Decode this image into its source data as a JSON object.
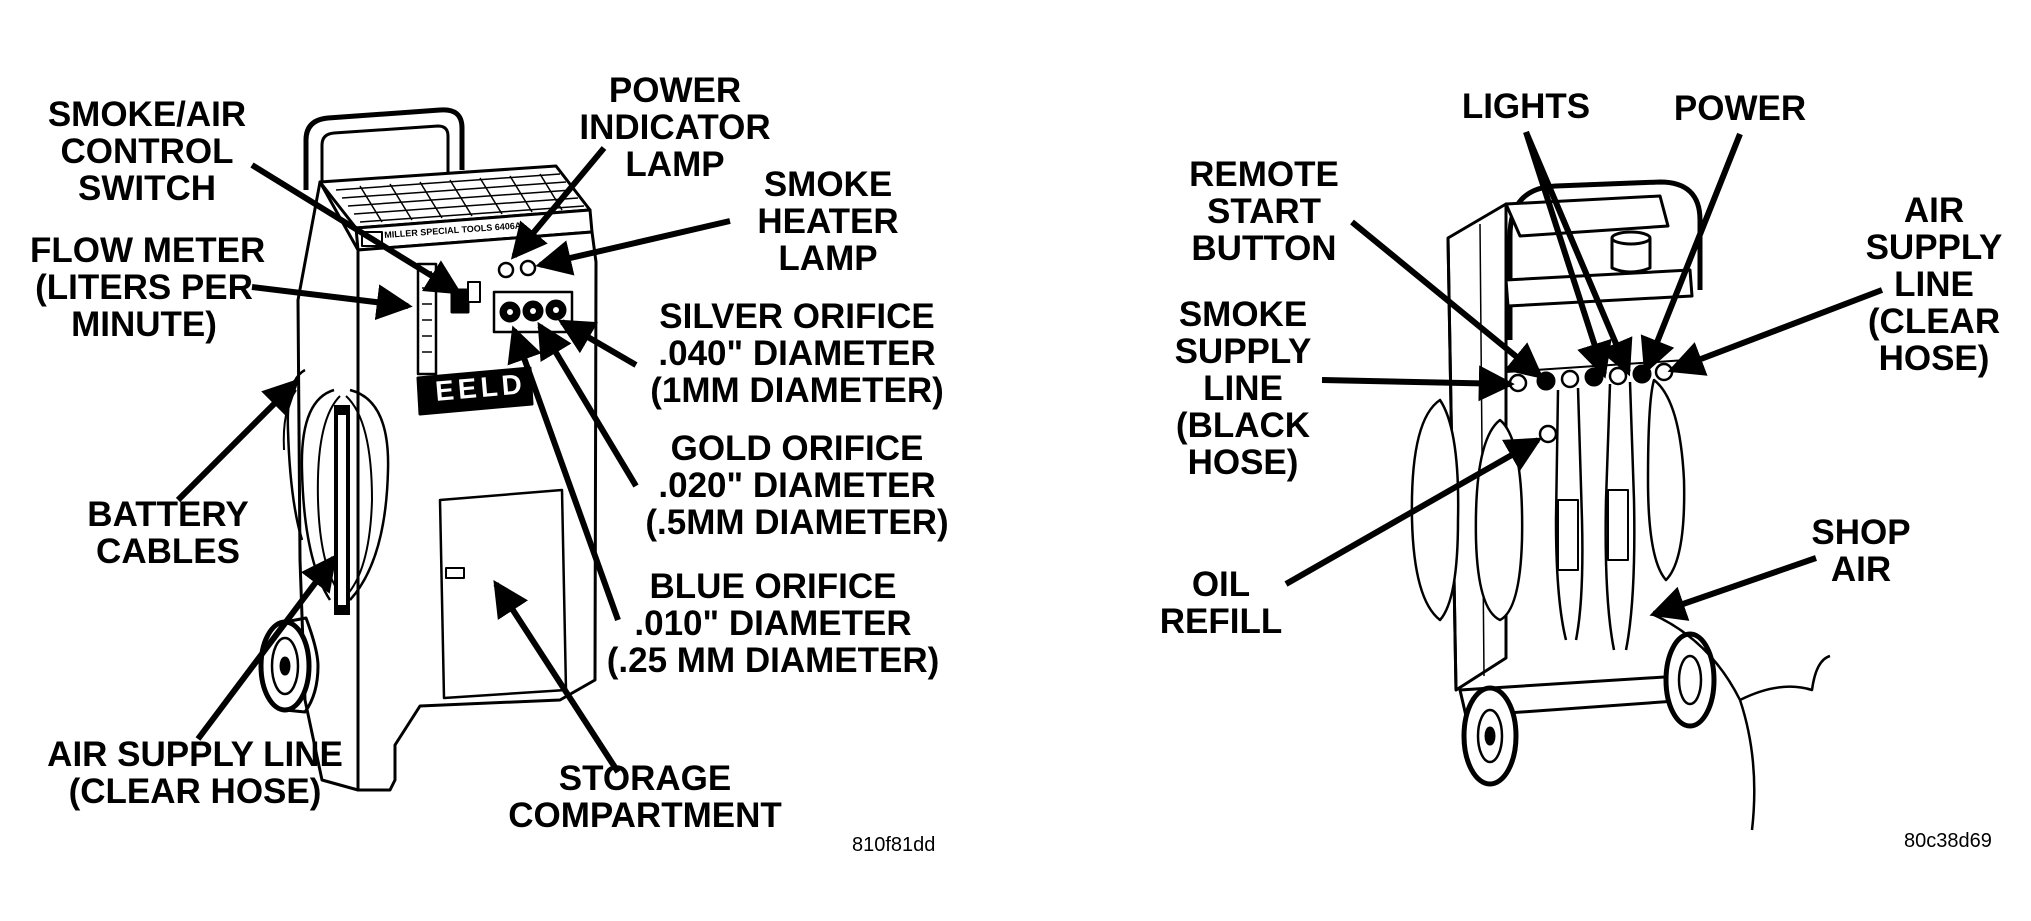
{
  "left_panel": {
    "labels": {
      "smoke_air_switch": "SMOKE/AIR\nCONTROL\nSWITCH",
      "power_indicator": "POWER\nINDICATOR\nLAMP",
      "smoke_heater": "SMOKE\nHEATER\nLAMP",
      "flow_meter": "FLOW METER\n(LITERS PER\nMINUTE)",
      "silver_orifice": "SILVER ORIFICE\n.040\" DIAMETER\n(1MM DIAMETER)",
      "gold_orifice": "GOLD ORIFICE\n.020\" DIAMETER\n(.5MM DIAMETER)",
      "blue_orifice": "BLUE ORIFICE\n.010\" DIAMETER\n(.25 MM DIAMETER)",
      "battery_cables": "BATTERY\nCABLES",
      "air_supply_line": "AIR SUPPLY LINE\n(CLEAR HOSE)",
      "storage": "STORAGE\nCOMPARTMENT"
    },
    "panel_text": "MILLER SPECIAL TOOLS 6406A",
    "brand_text": "EELD",
    "code": "810f81dd"
  },
  "right_panel": {
    "labels": {
      "lights": "LIGHTS",
      "power": "POWER",
      "remote_start": "REMOTE\nSTART\nBUTTON",
      "air_supply": "AIR\nSUPPLY\nLINE\n(CLEAR\nHOSE)",
      "smoke_supply": "SMOKE\nSUPPLY\nLINE\n(BLACK\nHOSE)",
      "oil_refill": "OIL\nREFILL",
      "shop_air": "SHOP\nAIR"
    },
    "code": "80c38d69"
  },
  "colors": {
    "ink": "#000000",
    "paper": "#ffffff"
  }
}
